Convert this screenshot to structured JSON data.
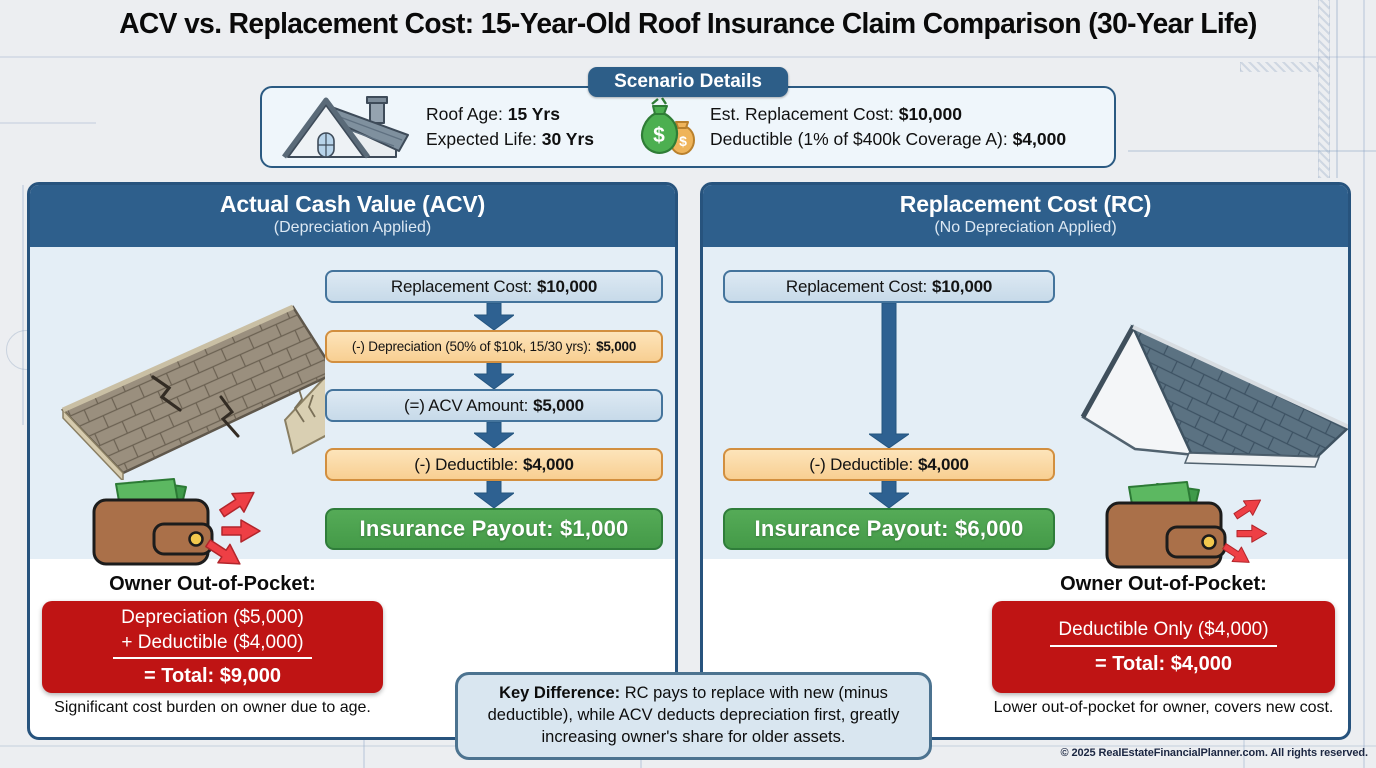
{
  "title": "ACV vs. Replacement Cost: 15-Year-Old Roof Insurance Claim Comparison (30-Year Life)",
  "footer": "© 2025 RealEstateFinancialPlanner.com. All rights reserved.",
  "scenario": {
    "badge": "Scenario Details",
    "items_left": [
      {
        "label": "Roof Age: ",
        "value": "15 Yrs"
      },
      {
        "label": "Expected Life: ",
        "value": "30 Yrs"
      }
    ],
    "items_right": [
      {
        "label": "Est. Replacement Cost: ",
        "value": "$10,000"
      },
      {
        "label": "Deductible (1% of $400k Coverage A): ",
        "value": "$4,000"
      }
    ]
  },
  "acv": {
    "title": "Actual Cash Value (ACV)",
    "subtitle": "(Depreciation Applied)",
    "flow": [
      {
        "label": "Replacement Cost: ",
        "value": "$10,000"
      },
      {
        "label": "(-) Depreciation (50% of $10k, 15/30 yrs): ",
        "value": "$5,000"
      },
      {
        "label": "(=) ACV Amount: ",
        "value": "$5,000"
      },
      {
        "label": "(-) Deductible: ",
        "value": "$4,000"
      }
    ],
    "payout": "Insurance Payout: $1,000",
    "oop_heading": "Owner Out-of-Pocket:",
    "oop_lines": [
      "Depreciation ($5,000)",
      "+ Deductible ($4,000)"
    ],
    "oop_total": "= Total: $9,000",
    "caption": "Significant cost burden on owner due to age."
  },
  "rc": {
    "title": "Replacement Cost (RC)",
    "subtitle": "(No Depreciation Applied)",
    "flow_top": {
      "label": "Replacement Cost: ",
      "value": "$10,000"
    },
    "flow_deductible": {
      "label": "(-) Deductible: ",
      "value": "$4,000"
    },
    "payout": "Insurance Payout: $6,000",
    "oop_heading": "Owner Out-of-Pocket:",
    "oop_lines": [
      "Deductible Only ($4,000)"
    ],
    "oop_total": "= Total: $4,000",
    "caption": "Lower out-of-pocket for owner, covers new cost."
  },
  "key_difference": {
    "label": "Key Difference:",
    "text": " RC pays to replace with new (minus deductible), while ACV deducts depreciation first, greatly increasing owner's share for older assets."
  },
  "colors": {
    "header_blue": "#2e5f8c",
    "panel_border": "#27537d",
    "body_light_blue": "#e4eef6",
    "box_blue_bg": "#cfe0ee",
    "box_blue_border": "#44749c",
    "box_orange_bg": "#fbd7a0",
    "box_orange_border": "#d28f3f",
    "payout_green": "#4ba04f",
    "red_box": "#bf1414",
    "arrow_blue": "#2e6191",
    "key_diff_bg": "#d9e6f0"
  }
}
